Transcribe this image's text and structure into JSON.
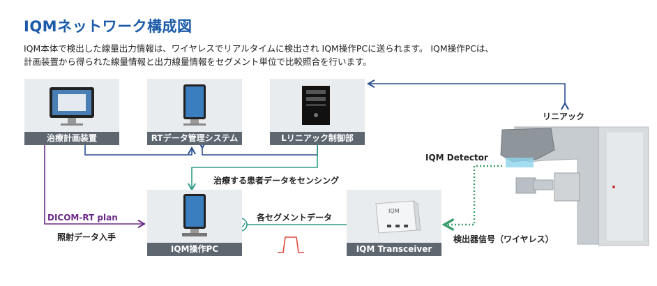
{
  "title": "IQMネットワーク構成図",
  "description": [
    "IQM本体で検出した線量出力情報は、ワイヤレスでリアルタイムに検出され IQM操作PCに送られます。 IQM操作PCは、",
    "計画装置から得られた線量情報と出力線量情報をセグメント単位で比較照合を行います。"
  ],
  "nodes": {
    "planning": "治療計画装置",
    "rt_system": "RTデータ管理システム",
    "linac_control": "Lリニアック制御部",
    "iqm_pc": "IQM操作PC",
    "transceiver": "IQM Transceiver"
  },
  "labels": {
    "linac": "リニアック",
    "detector": "IQM Detector",
    "sensing": "治療する患者データをセンシング",
    "dicom": "DICOM-RT plan",
    "receive": "照射データ入手",
    "segment": "各セグメントデータ",
    "wireless": "検出器信号（ワイヤレス）",
    "device_logo": "IQM"
  },
  "colors": {
    "title": "#1a5aa8",
    "navy_line": "#2a4f8f",
    "teal_line": "#2e9c87",
    "purple_line": "#6b2a86",
    "green_dotted": "#3a9c6a",
    "pulse": "#e04a3a"
  }
}
